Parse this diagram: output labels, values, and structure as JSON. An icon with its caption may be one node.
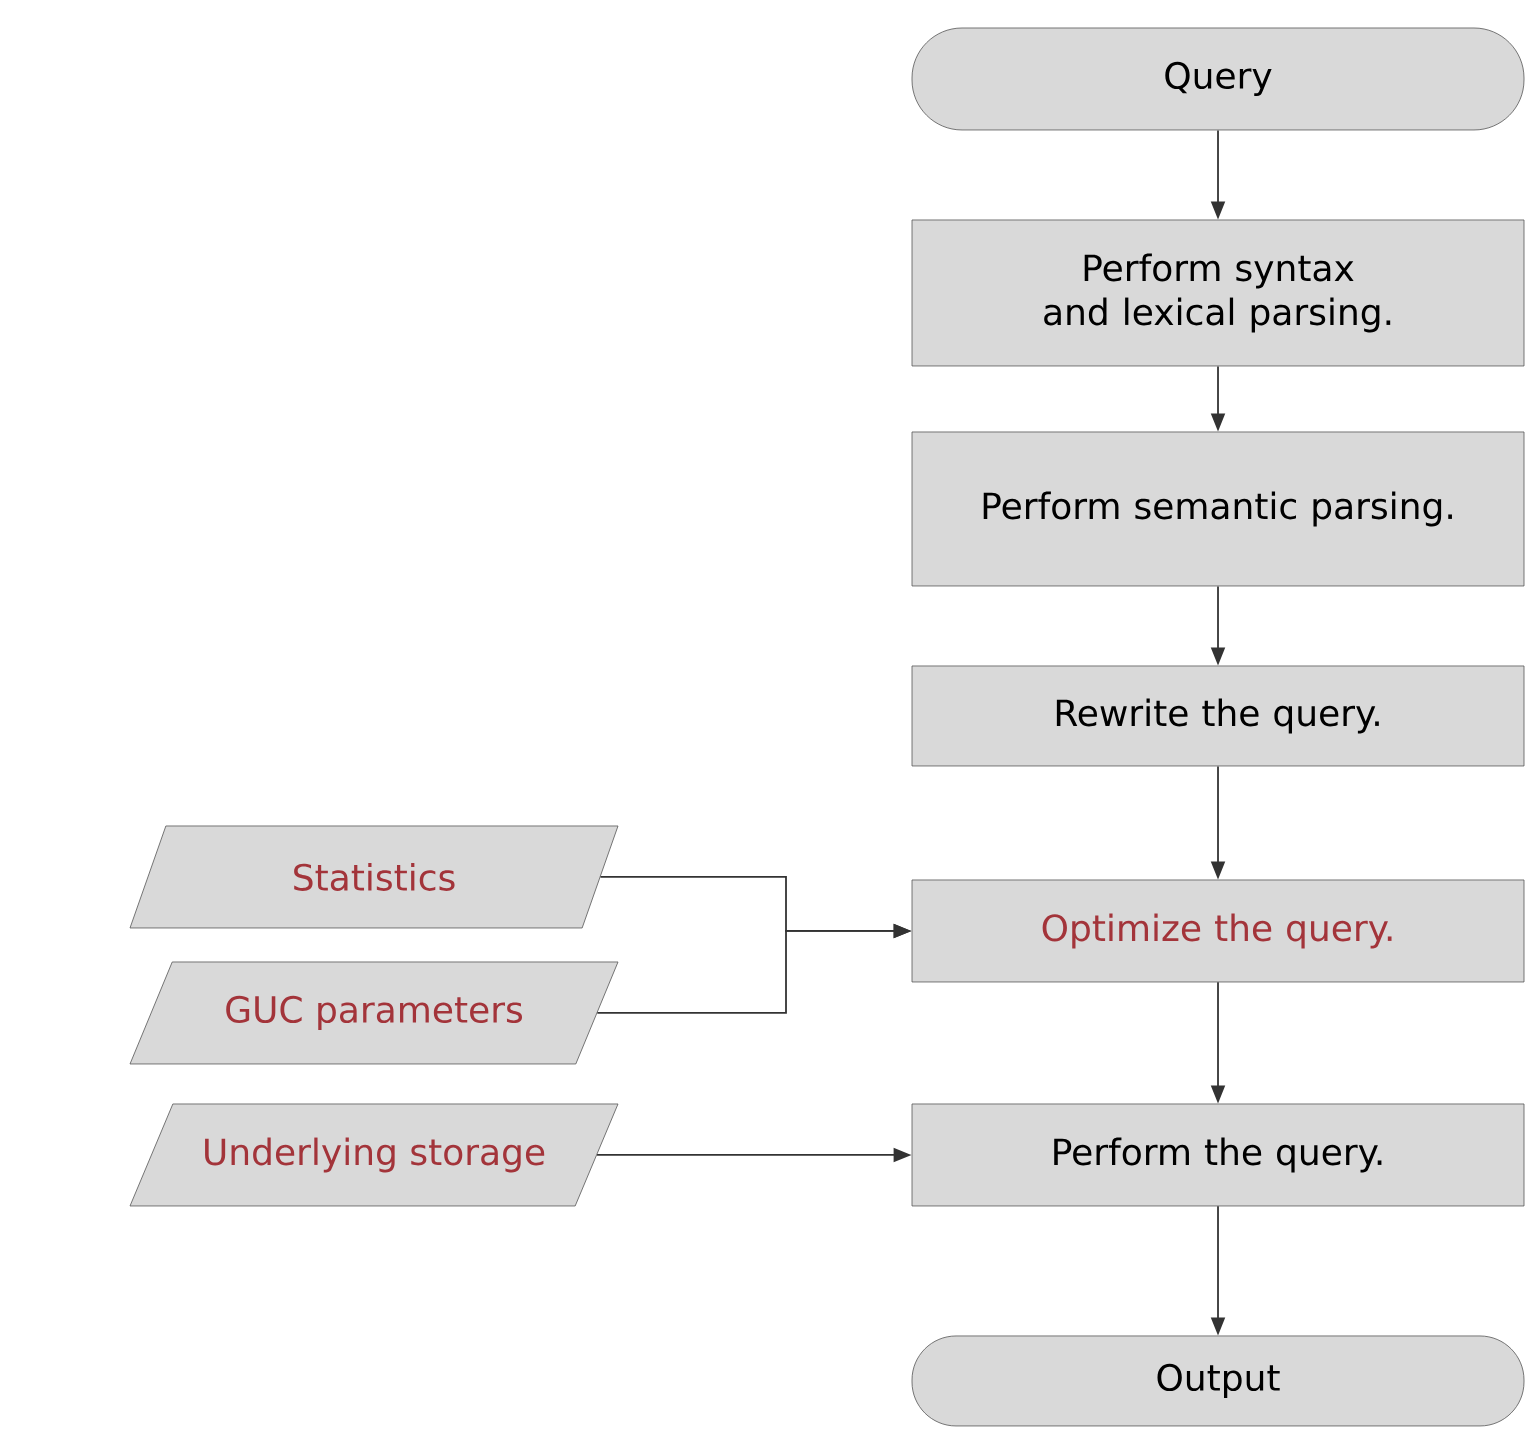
{
  "diagram": {
    "nodes": [
      {
        "text": [
          "Query"
        ]
      },
      {
        "text": [
          "Perform syntax and lexical parsing."
        ]
      },
      {
        "text": [
          "Perform semantic parsing."
        ]
      },
      {
        "text": [
          "Rewrite the query."
        ]
      },
      {
        "text": [
          "Optimize the query."
        ]
      },
      {
        "text": [
          "Perform the query."
        ]
      },
      {
        "text": [
          "Output"
        ]
      },
      {
        "text": [
          "Statistics"
        ]
      },
      {
        "text": [
          "GUC parameters"
        ]
      },
      {
        "text": [
          "Underlying storage"
        ]
      }
    ],
    "edges": [
      {
        "from": 0,
        "to": 1,
        "arrow": "to"
      },
      {
        "from": 1,
        "to": 2,
        "arrow": "to"
      },
      {
        "from": 2,
        "to": 3,
        "arrow": "to"
      },
      {
        "from": 3,
        "to": 4,
        "arrow": "to"
      },
      {
        "from": 4,
        "to": 5,
        "arrow": "to"
      },
      {
        "from": 5,
        "to": 6,
        "arrow": "to"
      },
      {
        "from": 7,
        "to": 4,
        "arrow": "to"
      },
      {
        "from": 8,
        "to": 4,
        "arrow": "to"
      },
      {
        "from": 9,
        "to": 5,
        "arrow": "to"
      }
    ]
  }
}
